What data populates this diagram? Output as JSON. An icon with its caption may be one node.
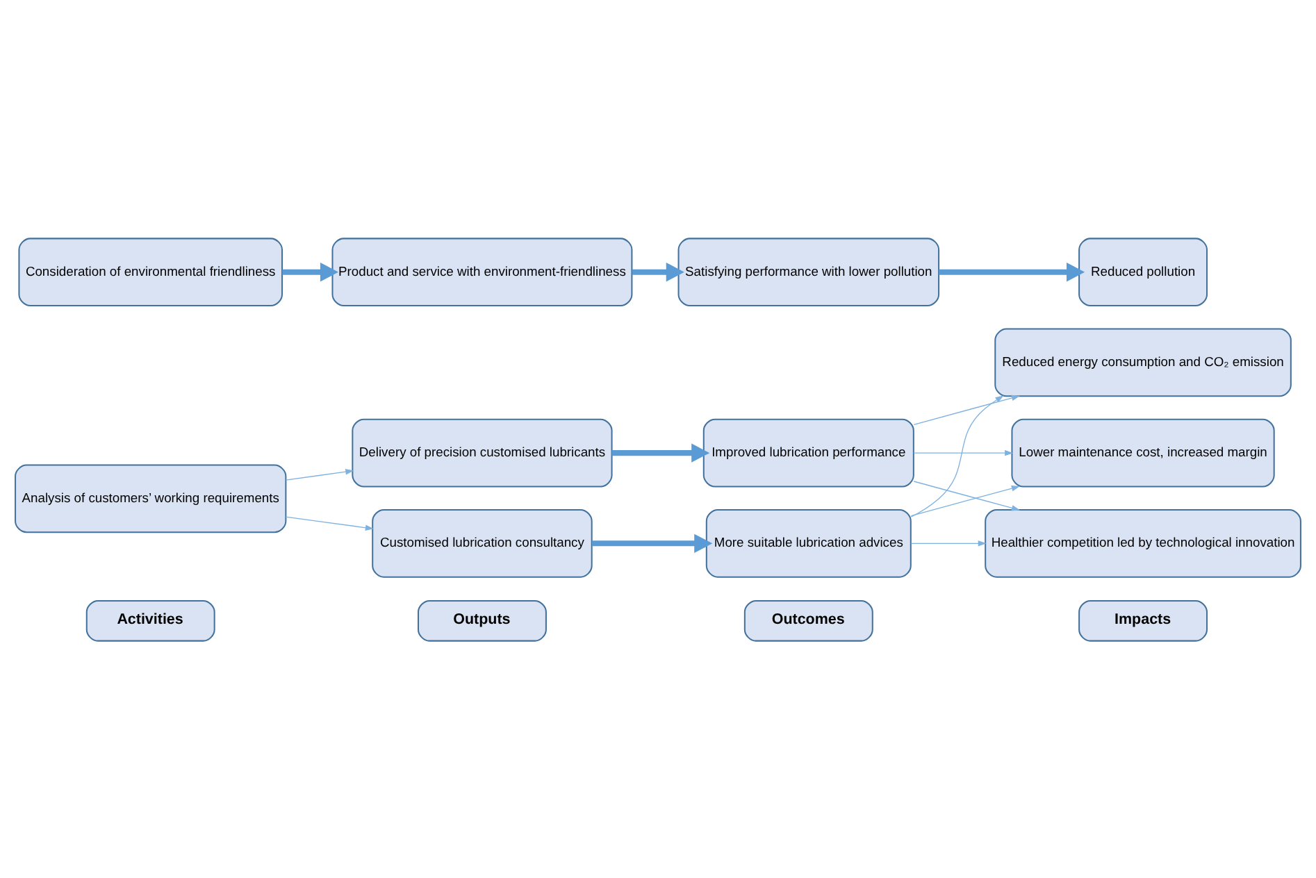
{
  "diagram": {
    "nodes": [
      {
        "text": [
          "Activities"
        ]
      },
      {
        "text": [
          "Outputs"
        ]
      },
      {
        "text": [
          "Outcomes"
        ]
      },
      {
        "text": [
          "Impacts"
        ]
      },
      {
        "text": [
          "Analysis of customers’ working requirements"
        ]
      },
      {
        "text": [
          "Delivery of precision customised lubricants"
        ]
      },
      {
        "text": [
          "Customised lubrication consultancy"
        ]
      },
      {
        "text": [
          "Improved lubrication performance"
        ]
      },
      {
        "text": [
          "More suitable lubrication advices"
        ]
      },
      {
        "text": [
          "Reduced energy consumption and CO₂ emission"
        ]
      },
      {
        "text": [
          "Lower maintenance cost, increased margin"
        ]
      },
      {
        "text": [
          "Healthier competition led by technological innovation"
        ]
      },
      {
        "text": [
          "Consideration of environmental friendliness"
        ]
      },
      {
        "text": [
          "Product and service with environment-friendliness"
        ]
      },
      {
        "text": [
          "Satisfying performance with lower pollution"
        ]
      },
      {
        "text": [
          "Reduced pollution"
        ]
      }
    ],
    "edges": [
      {
        "from": 4,
        "to": 5,
        "arrow": "to"
      },
      {
        "from": 4,
        "to": 6,
        "arrow": "to"
      },
      {
        "from": 5,
        "to": 7,
        "arrow": "to",
        "style": "thick",
        "color": "#5b9bd5"
      },
      {
        "from": 6,
        "to": 8,
        "arrow": "to",
        "style": "thick",
        "color": "#5b9bd5"
      },
      {
        "from": 7,
        "to": 9,
        "arrow": "to"
      },
      {
        "from": 7,
        "to": 10,
        "arrow": "to"
      },
      {
        "from": 7,
        "to": 11,
        "arrow": "to"
      },
      {
        "from": 8,
        "to": 9,
        "arrow": "to"
      },
      {
        "from": 8,
        "to": 10,
        "arrow": "to"
      },
      {
        "from": 8,
        "to": 11,
        "arrow": "to"
      },
      {
        "from": 12,
        "to": 13,
        "arrow": "to",
        "style": "thick",
        "color": "#5b9bd5"
      },
      {
        "from": 13,
        "to": 14,
        "arrow": "to",
        "style": "thick",
        "color": "#5b9bd5"
      },
      {
        "from": 14,
        "to": 15,
        "arrow": "to",
        "style": "thick",
        "color": "#5b9bd5"
      }
    ]
  }
}
